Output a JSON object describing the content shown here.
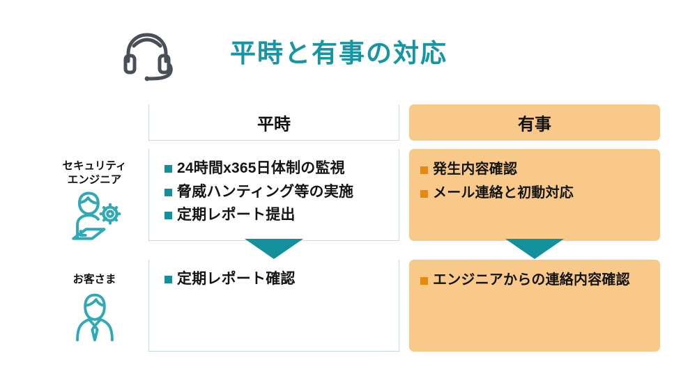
{
  "slide": {
    "title": "平時と有事の対応",
    "title_color": "#1596a4",
    "background_color": "#ffffff",
    "header_icon": "headset-icon"
  },
  "columns": [
    {
      "id": "heiji",
      "label": "平時",
      "style": "plain",
      "fill": "#ffffff",
      "border": "#bcdfe2"
    },
    {
      "id": "yuji",
      "label": "有事",
      "style": "filled",
      "fill": "#f9c989",
      "border": "none"
    }
  ],
  "rows": [
    {
      "id": "engineer",
      "label_line1": "セキュリティ",
      "label_line2": "エンジニア",
      "icon": "security-engineer-icon"
    },
    {
      "id": "customer",
      "label_line1": "お客さま",
      "label_line2": "",
      "icon": "customer-person-icon"
    }
  ],
  "cells": {
    "engineer_heiji": {
      "bullet_color": "#13909c",
      "items": [
        "24時間x365日体制の監視",
        "脅威ハンティング等の実施",
        "定期レポート提出"
      ]
    },
    "engineer_yuji": {
      "bullet_color": "#e8890f",
      "items": [
        "発生内容確認",
        "メール連絡と初動対応"
      ]
    },
    "customer_heiji": {
      "bullet_color": "#13909c",
      "items": [
        "定期レポート確認"
      ]
    },
    "customer_yuji": {
      "bullet_color": "#e8890f",
      "items": [
        "エンジニアからの連絡内容確認"
      ]
    }
  },
  "arrows": [
    {
      "id": "arrow-heiji",
      "direction": "down",
      "color": "#12909c"
    },
    {
      "id": "arrow-yuji",
      "direction": "down",
      "color": "#12909c"
    }
  ]
}
